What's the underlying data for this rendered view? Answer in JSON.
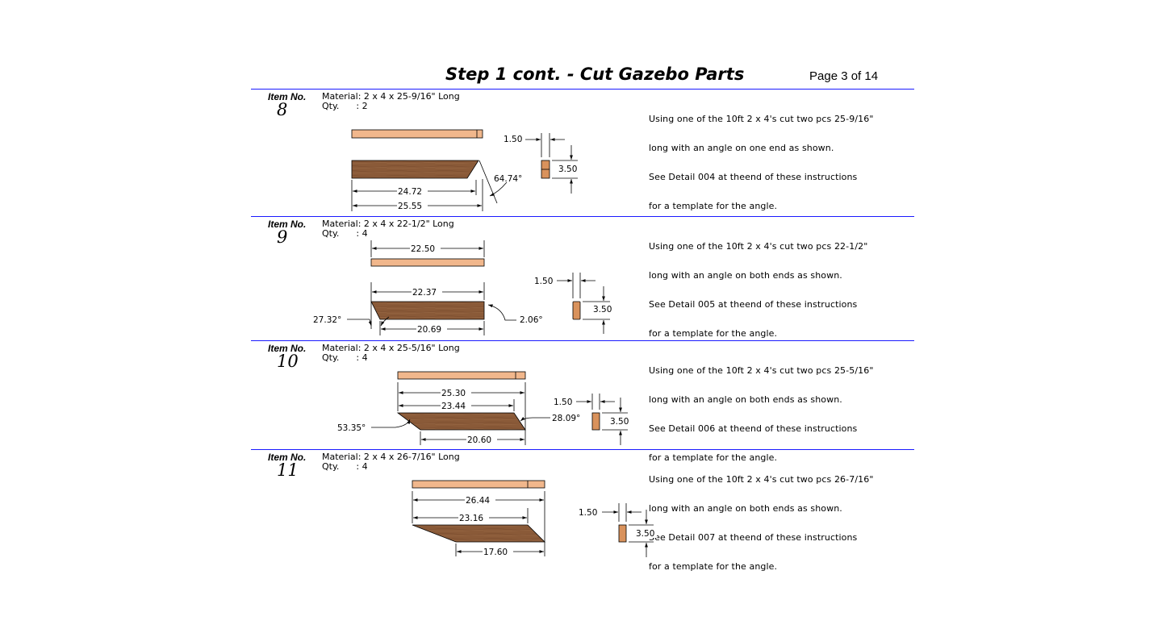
{
  "header": {
    "title": "Step 1 cont. - Cut Gazebo Parts",
    "page": "Page 3 of 14"
  },
  "labels": {
    "item": "Item  No."
  },
  "items": [
    {
      "number": "8",
      "material": "Material: 2 x 4 x 25-9/16\" Long",
      "qty": "Qty.      : 2",
      "description": [
        "Using one of the 10ft 2 x 4's cut two pcs 25-9/16\"",
        "long with an angle on one end as shown.",
        "See Detail 004 at theend of these instructions",
        "for a template for the angle."
      ],
      "dims": {
        "thickness": "1.50",
        "width": "3.50",
        "angle1": "64.74°",
        "short": "24.72",
        "long": "25.55"
      }
    },
    {
      "number": "9",
      "material": "Material: 2 x 4 x 22-1/2\" Long",
      "qty": "Qty.      : 4",
      "description": [
        "Using one of the 10ft 2 x 4's cut two pcs 22-1/2\"",
        "long with an angle on both ends as shown.",
        "See Detail 005 at theend of these instructions",
        "for a template for the angle."
      ],
      "dims": {
        "stock": "22.50",
        "top": "22.37",
        "bottom": "20.69",
        "angle_left": "27.32°",
        "angle_right": "2.06°",
        "thickness": "1.50",
        "width": "3.50"
      }
    },
    {
      "number": "10",
      "material": "Material: 2 x 4 x 25-5/16\" Long",
      "qty": "Qty.      : 4",
      "description": [
        "Using one of the 10ft 2 x 4's cut two pcs 25-5/16\"",
        "long with an angle on both ends as shown.",
        "See Detail 006 at theend of these instructions",
        "for a template for the angle."
      ],
      "dims": {
        "overall": "25.30",
        "top": "23.44",
        "bottom": "20.60",
        "angle_left": "53.35°",
        "angle_right": "28.09°",
        "thickness": "1.50",
        "width": "3.50"
      }
    },
    {
      "number": "11",
      "material": "Material: 2 x 4 x 26-7/16\" Long",
      "qty": "Qty.      : 4",
      "description": [
        "Using one of the 10ft 2 x 4's cut two pcs 26-7/16\"",
        "long with an angle on both ends as shown.",
        "See Detail 007 at theend of these instructions",
        "for a template for the angle."
      ],
      "dims": {
        "overall": "26.44",
        "top": "23.16",
        "bottom": "17.60",
        "thickness": "1.50",
        "width": "3.50"
      }
    }
  ],
  "colors": {
    "rule": "#1a1aff",
    "stock_light": "#f1b78c",
    "wood_dark": "#8a5a38",
    "end_grain": "#d9925c"
  }
}
